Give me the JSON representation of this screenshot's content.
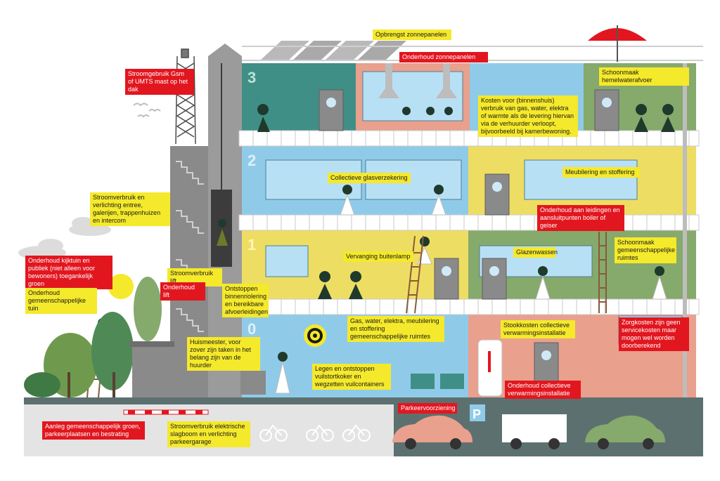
{
  "floors": {
    "f3": "3",
    "f2": "2",
    "f1": "1",
    "f0": "0"
  },
  "parking_sign": "P",
  "colors": {
    "yellow_label": "#f5e92b",
    "red_label": "#e2161f",
    "teal_wall": "#3f8f86",
    "salmon_wall": "#e9a08d",
    "sky_wall": "#8fcbe9",
    "green_wall": "#86a96c",
    "yellow_wall": "#eedd63",
    "grey_tower": "#8a8a8a",
    "asphalt": "#5d7070"
  },
  "labels": {
    "opbrengst_zonnepanelen": "Opbrengst zonnepanelen",
    "onderhoud_zonnepanelen": "Onderhoud zonnepanelen",
    "stroomgebruik_gsm": "Stroomgebruik Gsm of UMTS mast op het dak",
    "schoonmaak_hemelwaterafvoer": "Schoonmaak hemelwaterafvoer",
    "kosten_binnenshuis": "Kosten voor (binnenshuis) verbruik van gas, water, elektra of warmte als de levering hiervan via de verhuurder verloopt, bijvoorbeeld bij kamerbewoning.",
    "collectieve_glasverzekering": "Collectieve glasverzekering",
    "meubilering_stoffering": "Meubilering en stoffering",
    "stroomverbruik_verlichting": "Stroomverbruik en verlichting entree, galerijen, trappenhuizen en intercom",
    "onderhoud_leidingen": "Onderhoud aan leidingen en aansluitpunten boiler of geiser",
    "onderhoud_kijktuin": "Onderhoud kijktuin en publiek (niet alleen voor bewoners) toegankelijk groen",
    "vervanging_buitenlamp": "Vervanging buitenlamp",
    "glazenwassen": "Glazenwassen",
    "schoonmaak_ruimtes": "Schoonmaak gemeenschappelijke ruimtes",
    "stroomverbruik_lift": "Stroomverbruik lift",
    "onderhoud_lift": "Onderhoud lift",
    "onderhoud_tuin": "Onderhoud gemeenschappelijke tuin",
    "ontstoppen_binnenriolering": "Ontstoppen binnenriolering en bereikbare afvoerleidingen",
    "gas_water_elektra": "Gas, water, elektra, meubilering en stoffering gemeenschappelijke ruimtes",
    "stookkosten": "Stookkosten collectieve verwarmingsinstallatie",
    "zorgkosten": "Zorgkosten zijn geen servicekosten maar mogen wel worden doorberekend",
    "huismeester": "Huismeester, voor zover zijn taken in het belang zijn van de huurder",
    "legen_ontstoppen": "Legen en ontstoppen vuilstortkoker en wegzetten vuilcontainers",
    "onderhoud_verwarming": "Onderhoud collectieve verwarmingsinstallatie",
    "parkeervoorziening": "Parkeervoorziening",
    "aanleg_groen": "Aanleg gemeenschappelijk groen, parkeerplaatsen en bestrating",
    "stroomverbruik_slagboom": "Stroomverbruik elektrische slagboom en verlichting parkeergarage"
  }
}
